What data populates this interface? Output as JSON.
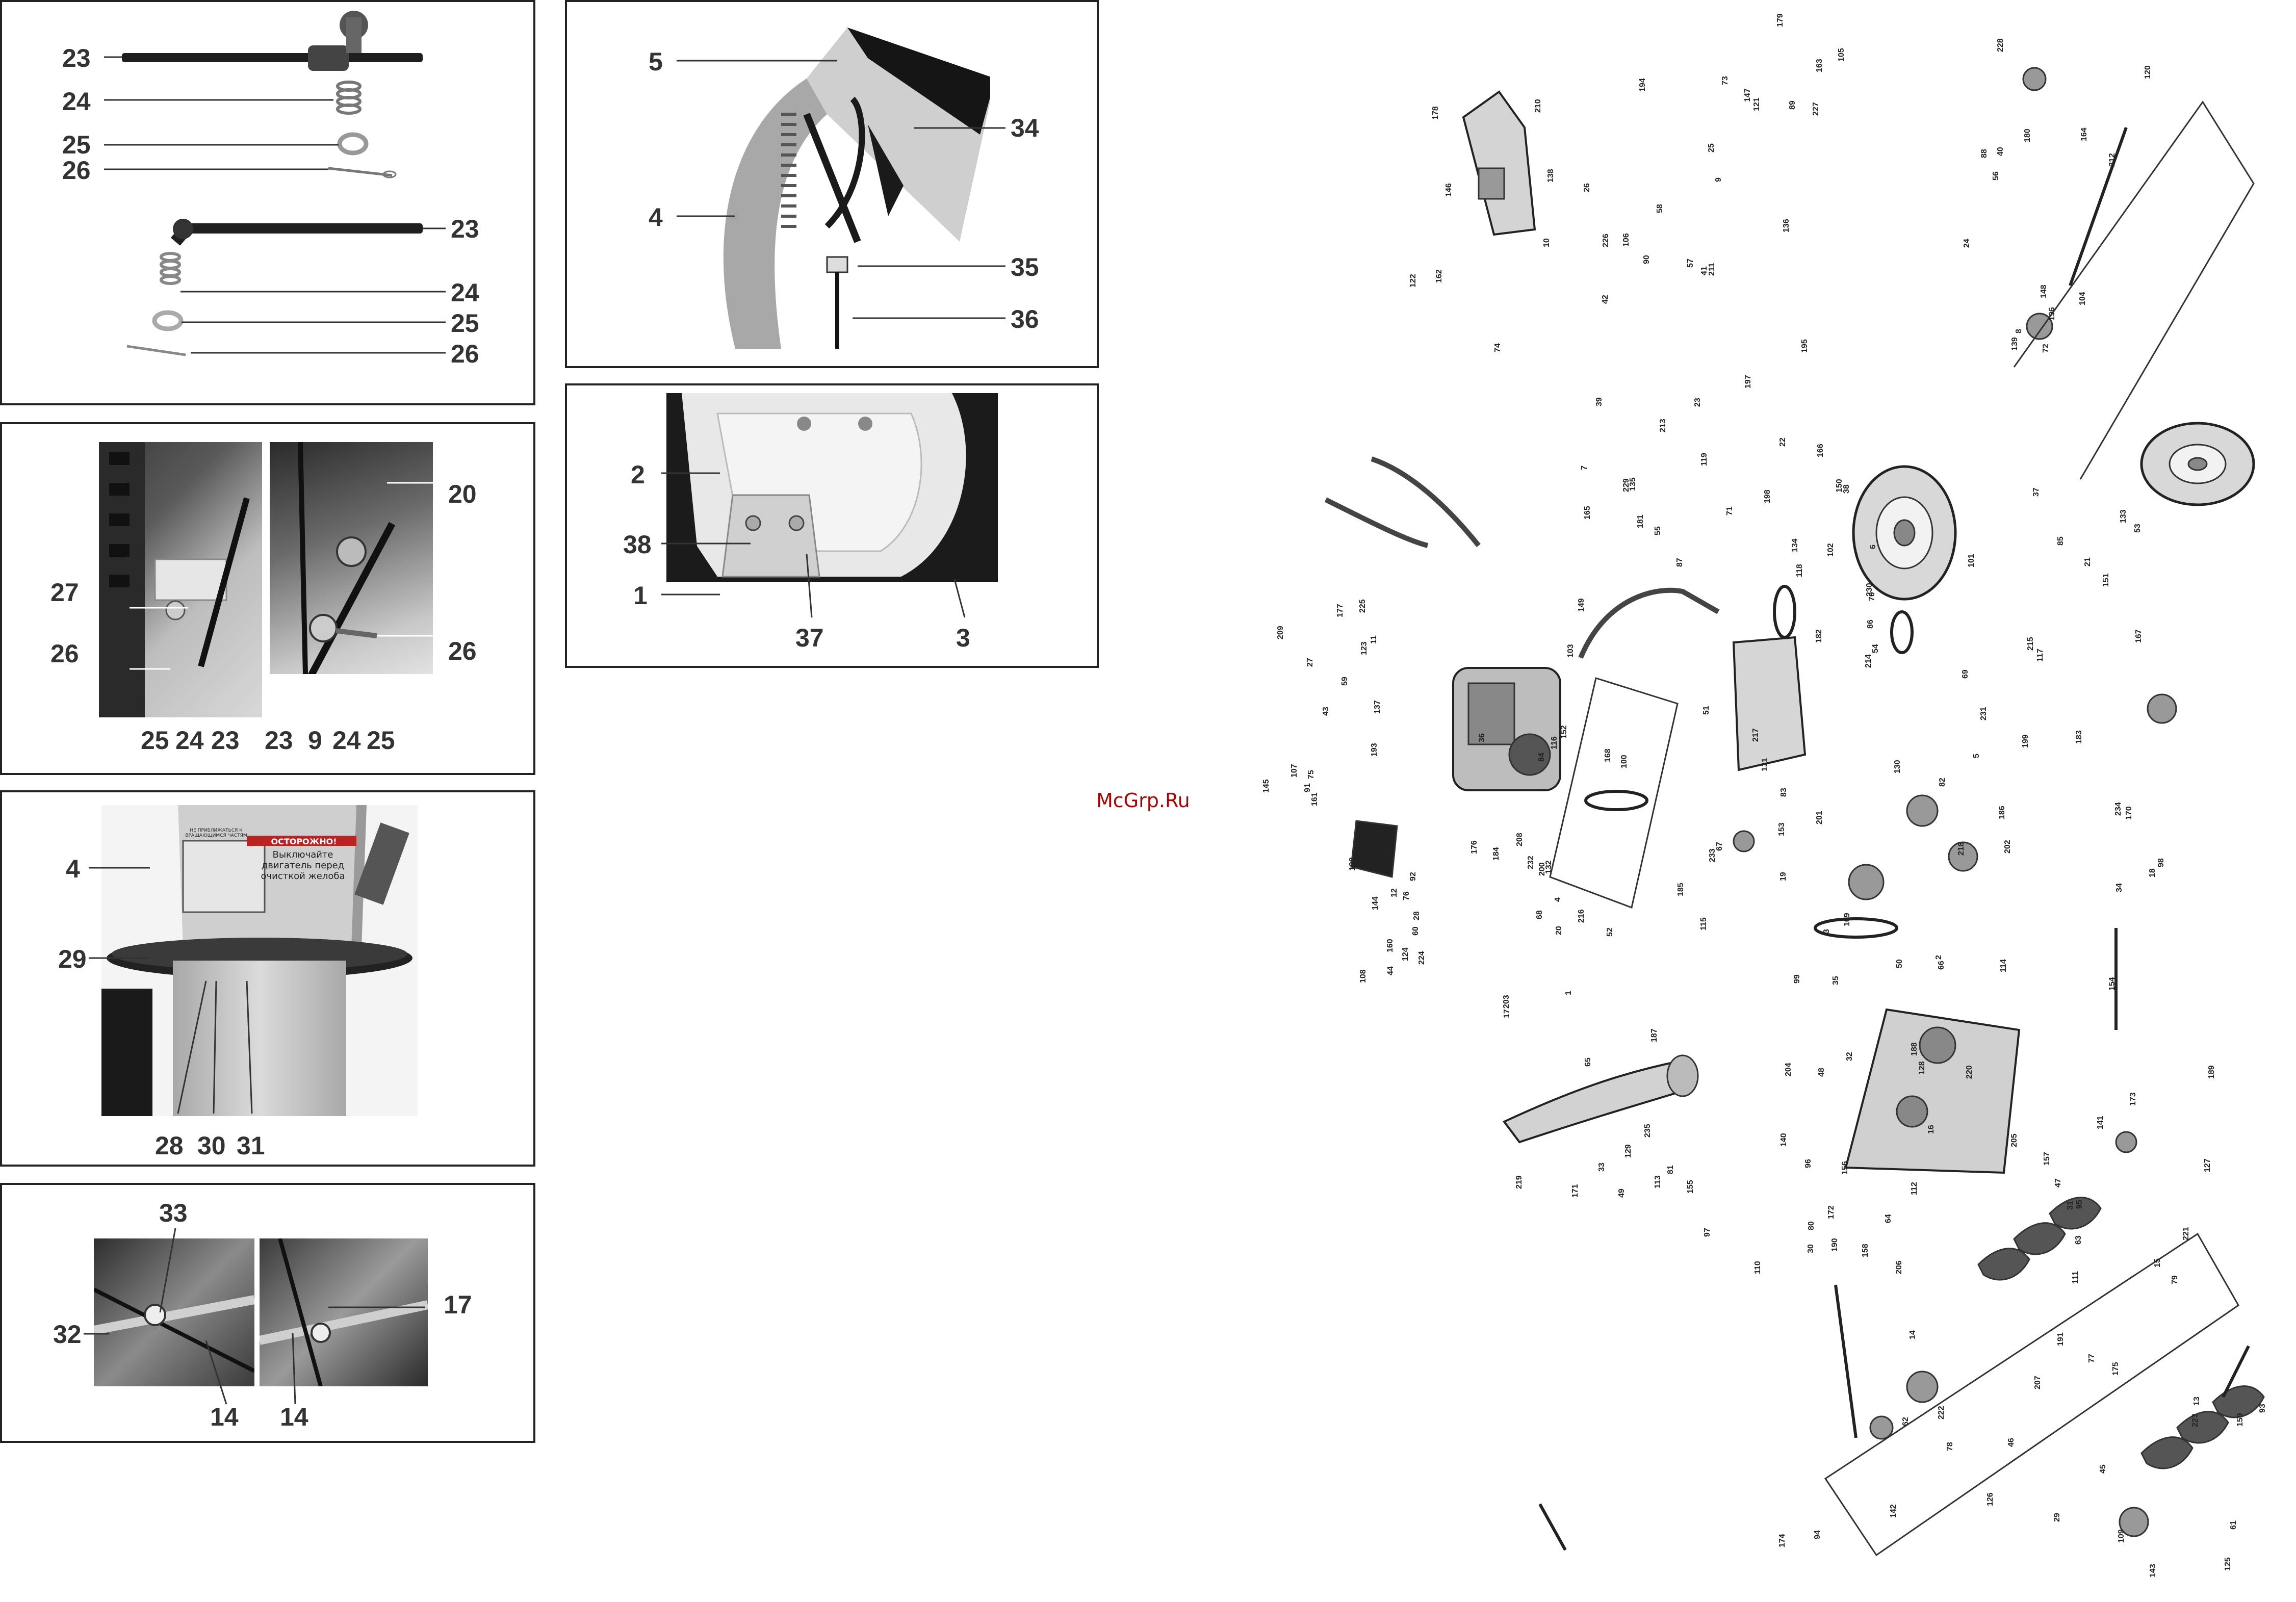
{
  "watermark": "McGrp.Ru",
  "panels": {
    "p1": {
      "labels": [
        "23",
        "24",
        "25",
        "26",
        "23",
        "24",
        "25",
        "26"
      ]
    },
    "p2": {
      "labels": [
        "27",
        "26",
        "25",
        "24",
        "23",
        "20",
        "23",
        "9",
        "24",
        "25",
        "26"
      ]
    },
    "p3": {
      "labels": [
        "4",
        "29",
        "28",
        "30",
        "31"
      ],
      "warning_title": "ОСТОРОЖНО!",
      "warning_body": "Выключайте двигатель перед очисткой желоба",
      "warning_small": "НЕ ПРИБЛИЖАТЬСЯ К ВРАЩАЮЩИМСЯ ЧАСТЯМ"
    },
    "p4": {
      "labels": [
        "33",
        "32",
        "17",
        "14",
        "14"
      ]
    },
    "p5": {
      "labels": [
        "5",
        "34",
        "4",
        "35",
        "36"
      ]
    },
    "p6": {
      "labels": [
        "2",
        "38",
        "1",
        "37",
        "3"
      ]
    }
  },
  "exploded_numbers": [
    "137",
    "138",
    "136",
    "139",
    "135",
    "134",
    "133",
    "132",
    "131",
    "130",
    "129",
    "128",
    "127",
    "126",
    "125",
    "124",
    "123",
    "122",
    "121",
    "120",
    "119",
    "118",
    "117",
    "116",
    "115",
    "114",
    "113",
    "112",
    "111",
    "110",
    "109",
    "108",
    "107",
    "106",
    "105",
    "104",
    "103",
    "102",
    "101",
    "100",
    "99",
    "98",
    "97",
    "96",
    "95",
    "94",
    "93",
    "92",
    "91",
    "90",
    "89",
    "88",
    "87",
    "86",
    "85",
    "84",
    "83",
    "82",
    "81",
    "80",
    "79",
    "78",
    "77",
    "76",
    "75",
    "74",
    "73",
    "72",
    "71",
    "70",
    "69",
    "68",
    "67",
    "66",
    "65",
    "64",
    "63",
    "62",
    "61",
    "60",
    "59",
    "58",
    "57",
    "56",
    "55",
    "54",
    "53",
    "52",
    "51",
    "50",
    "49",
    "48",
    "47",
    "46",
    "45",
    "44",
    "43",
    "42",
    "41",
    "40",
    "39",
    "38",
    "37",
    "36",
    "35",
    "34",
    "33",
    "32",
    "31",
    "30",
    "29",
    "28",
    "27",
    "26",
    "25",
    "24",
    "23",
    "22",
    "21",
    "20",
    "19",
    "18",
    "17",
    "16",
    "15",
    "14",
    "13",
    "12",
    "11",
    "10",
    "9",
    "8",
    "7",
    "6",
    "5",
    "4",
    "3",
    "2",
    "1",
    "140",
    "141",
    "142",
    "143",
    "144",
    "145",
    "146",
    "147",
    "148",
    "149",
    "150",
    "151",
    "152",
    "153",
    "154",
    "155",
    "156",
    "157",
    "158",
    "159",
    "160",
    "161",
    "162",
    "163",
    "164",
    "165",
    "166",
    "167",
    "168",
    "169",
    "170",
    "171",
    "172",
    "173",
    "174",
    "175",
    "176",
    "177",
    "178",
    "179",
    "180",
    "181",
    "182",
    "183",
    "184",
    "185",
    "186",
    "187",
    "188",
    "189",
    "190",
    "191",
    "192",
    "193",
    "194",
    "195",
    "196",
    "197",
    "198",
    "199",
    "200",
    "201",
    "202",
    "203",
    "204",
    "205",
    "206",
    "207",
    "208",
    "209",
    "210",
    "211",
    "212",
    "213",
    "214",
    "215",
    "216",
    "217",
    "218",
    "219",
    "220",
    "221",
    "222",
    "223",
    "224",
    "225",
    "226",
    "227",
    "228",
    "229",
    "230",
    "231",
    "232",
    "233",
    "234",
    "235"
  ]
}
